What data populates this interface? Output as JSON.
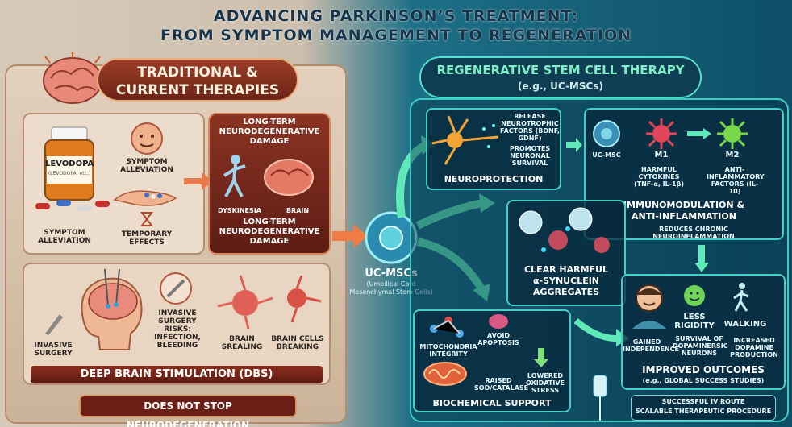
{
  "title": {
    "line1": "ADVANCING PARKINSON’S TREATMENT:",
    "line2": "FROM SYMPTOM MANAGEMENT TO REGENERATION"
  },
  "left": {
    "header": {
      "line1": "TRADITIONAL &",
      "line2": "CURRENT THERAPIES"
    },
    "levodopa": {
      "label": "LEVODOPA",
      "sub": "(LEVODOPA, etc.)"
    },
    "symptom_alleviation_1": "SYMPTOM ALLEVIATION",
    "symptom_alleviation_2": "SYMPTOM ALLEVIATION",
    "temporary_effects": "TEMPORARY EFFECTS",
    "damage_top": "LONG-TERM NEURODEGENERATIVE DAMAGE",
    "dyskinesia": "DYSKINESIA",
    "brain": "BRAIN",
    "damage_bottom": "LONG-TERM NEURODEGENERATIVE DAMAGE",
    "invasive_surgery": "INVASIVE SURGERY",
    "surgery_risks": "INVASIVE SURGERY RISKS: INFECTION, BLEEDING",
    "brain_srealing": "BRAIN SREALING",
    "brain_cells_breaking": "BRAIN CELLS BREAKING",
    "dbs": "DEEP BRAIN STIMULATION (DBS)",
    "no_stop": "DOES NOT STOP NEURODEGENERATION"
  },
  "center": {
    "name": "UC-MSCs",
    "desc1": "(Umbilical Cord",
    "desc2": "Mesenchymal Stem Cells)"
  },
  "right": {
    "header": {
      "line1": "REGENERATIVE STEM CELL THERAPY",
      "line2": "(e.g., UC-MSCs)"
    },
    "neuro": {
      "release": "RELEASE NEUROTROPHIC FACTORS (BDNF, GDNF)",
      "promotes": "PROMOTES NEURONAL SURVIVAL",
      "title": "NEUROPROTECTION"
    },
    "immuno": {
      "ucmsc": "UC-MSC",
      "m1": "M1",
      "m2": "M2",
      "harmful": "HARMFUL CYTOKINES (TNF-α, IL-1β)",
      "anti": "ANTI-INFLAMMATORY FACTORS (IL-10)",
      "title1": "IMMUNOMODULATION &",
      "title2": "ANTI-INFLAMMATION",
      "reduces": "REDUCES CHRONIC NEUROINFLAMMATION"
    },
    "clear": {
      "line1": "CLEAR HARMFUL",
      "line2": "α-SYNUCLEIN",
      "line3": "AGGREGATES"
    },
    "bio": {
      "mito": "MITOCHONDRIA INTEGRITY",
      "avoid": "AVOID APOPTOSIS",
      "raised": "RAISED SOD/CATALASE",
      "lowered": "LOWERED OXIDATIVE STRESS",
      "title": "BIOCHEMICAL SUPPORT"
    },
    "outcomes": {
      "rigidity": "LESS RIGIDITY",
      "walking": "WALKING",
      "gained": "GAINED INDEPENDENCE",
      "survival": "SURVIVAL OF DOPAMINERSIC NEURONS",
      "dopamine": "INCREASED DOPAMINE PRODUCTION",
      "title": "IMPROVED OUTCOMES",
      "sub": "(e.g., GLOBAL SUCCESS STUDIES)"
    },
    "iv": {
      "line1": "SUCCESSFUL IV ROUTE",
      "line2": "SCALABLE THERAPEUTIC PROCEDURE"
    }
  }
}
